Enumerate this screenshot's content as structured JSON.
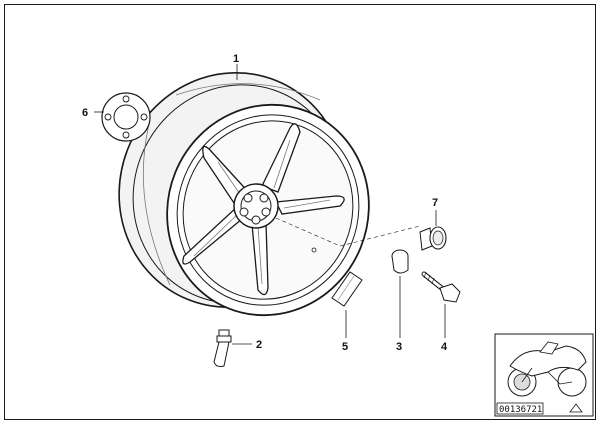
{
  "diagram": {
    "callouts": [
      "1",
      "2",
      "3",
      "4",
      "5",
      "6",
      "7"
    ],
    "reference_id": "00136721",
    "colors": {
      "line": "#1a1a1a",
      "background": "#ffffff",
      "shade": "#777777"
    }
  }
}
